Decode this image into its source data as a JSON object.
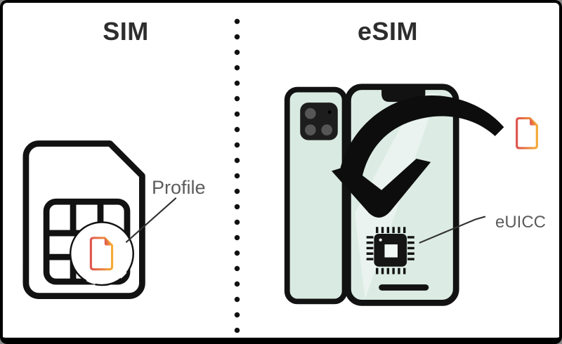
{
  "diagram": {
    "left_panel": {
      "title": "SIM",
      "callout_label": "Profile"
    },
    "right_panel": {
      "title": "eSIM",
      "callout_label": "eUICC"
    }
  },
  "icons": {
    "left": [
      "sim-card-icon",
      "sim-chip-contacts-icon",
      "profile-circle",
      "document-icon"
    ],
    "right": [
      "phone-back-icon",
      "camera-module-icon",
      "phone-front-icon",
      "notch",
      "euicc-chip-icon",
      "home-indicator",
      "curved-download-arrow-icon",
      "document-icon"
    ],
    "divider": "dotted-vertical-divider"
  },
  "colors": {
    "background": "#ffffff",
    "frame_border": "#000000",
    "line_art": "#121212",
    "phone_screen_mint": "#d9eae2",
    "camera_lens_gray": "#595959",
    "title_text": "#2d2d2d",
    "label_text": "#5c5c5c",
    "document_gradient_start": "#dd544d",
    "document_gradient_end": "#f5ab35"
  }
}
